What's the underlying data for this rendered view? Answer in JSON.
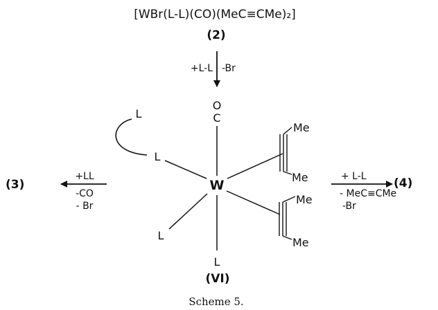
{
  "scheme": {
    "top_formula": "[WBr(L-L)(CO)(MeC≡CMe)₂]",
    "top_compound": "(2)",
    "down_reagent": "+L-L",
    "down_loss": "-Br",
    "carbonyl": {
      "o": "O",
      "c": "C"
    },
    "metal": "W",
    "ligands": {
      "chelate_upper": "L",
      "chelate_lower": "L",
      "lower_left": "L",
      "bottom": "L"
    },
    "alkyne_methyls": [
      "Me",
      "Me",
      "Me",
      "Me"
    ],
    "complex_label": "(VI)",
    "left_path": {
      "product": "(3)",
      "reagent": "+LL",
      "loss_1": "-CO",
      "loss_2": "- Br"
    },
    "right_path": {
      "product": "(4)",
      "reagent": "+ L-L",
      "loss_1": "- MeC≡CMe",
      "loss_2": "-Br"
    },
    "caption": "Scheme 5."
  },
  "colors": {
    "ink": "#111111",
    "background": "#ffffff"
  }
}
